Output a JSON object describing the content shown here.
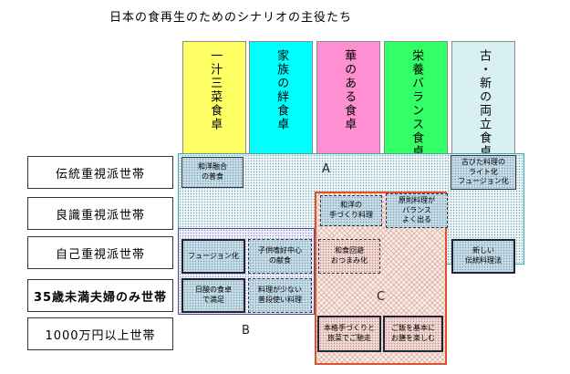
{
  "title": "日本の食再生のためのシナリオの主役たち",
  "columns": [
    {
      "label": "一汁三菜食卓",
      "color": "#ffff66"
    },
    {
      "label": "家族の絆食卓",
      "color": "#00ffff"
    },
    {
      "label": "華のある食卓",
      "color": "#ff8fd3"
    },
    {
      "label": "栄養バランス食卓",
      "color": "#33ff66"
    },
    {
      "label": "古・新の両立食卓",
      "color": "#d8f0f4"
    }
  ],
  "rows": [
    {
      "label": "伝統重視派世帯"
    },
    {
      "label": "良識重視派世帯"
    },
    {
      "label": "自己重視派世帯"
    },
    {
      "label": "35歳未満夫婦のみ世帯"
    },
    {
      "label": "1000万円以上世帯"
    }
  ],
  "regions": {
    "a": "A",
    "b": "B",
    "c": "C"
  },
  "boxes": [
    {
      "text": "和洋融合\nの普食"
    },
    {
      "text": "古びた料理の\nライト化\nフュージョン化"
    },
    {
      "text": "和洋の\n手づくり料理"
    },
    {
      "text": "原則料理が\nバランス\nよく出る"
    },
    {
      "text": "フュージョン化"
    },
    {
      "text": "子供嗜好中心\nの献食"
    },
    {
      "text": "和食回避\nおつまみ化"
    },
    {
      "text": "新しい\n伝統料理法"
    },
    {
      "text": "日酸の食卓\nで満足"
    },
    {
      "text": "料理が少ない\n普段使い料理"
    },
    {
      "text": "本格手づくりと\n旅菜でご馳走"
    },
    {
      "text": "ご飯を基本に\nお膳を楽しむ"
    }
  ]
}
